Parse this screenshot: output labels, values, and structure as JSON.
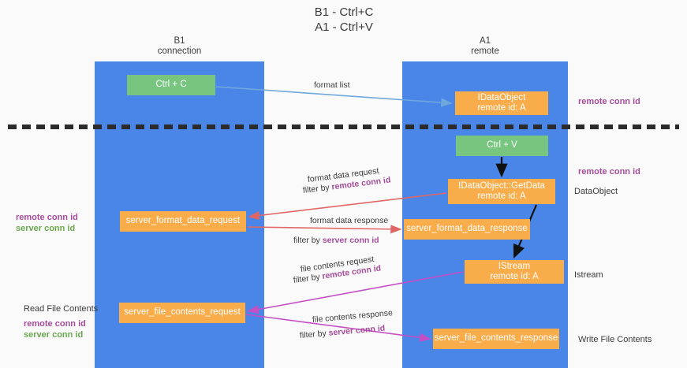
{
  "header": {
    "title": "B1 - Ctrl+C\nA1 - Ctrl+V",
    "lane_b1": "B1\nconnection",
    "lane_a1": "A1\nremote"
  },
  "nodes": {
    "ctrl_c": "Ctrl + C",
    "idataobject": "IDataObject\nremote id: A",
    "ctrl_v": "Ctrl + V",
    "getdata": "IDataObject::GetData\nremote id: A",
    "server_format_data_request": "server_format_data_request",
    "server_format_data_response": "server_format_data_response",
    "istream": "IStream\nremote id: A",
    "server_file_contents_request": "server_file_contents_request",
    "server_file_contents_response": "server_file_contents_response"
  },
  "edges": {
    "format_list": "format list",
    "format_data_request": "format data request",
    "format_data_request_filter_prefix": "filter by ",
    "format_data_request_filter_key": "remote conn id",
    "format_data_response": "format data response",
    "format_data_response_filter_prefix": "filter by ",
    "format_data_response_filter_key": "server conn id",
    "file_contents_request": "file contents request",
    "file_contents_request_filter_prefix": "filter by ",
    "file_contents_request_filter_key": "remote conn id",
    "file_contents_response": "file contents response",
    "file_contents_response_filter_prefix": "filter by ",
    "file_contents_response_filter_key": "server conn id"
  },
  "side_labels": {
    "remote_conn_id_top": "remote conn id",
    "remote_conn_id_mid": "remote conn id",
    "dataobject": "DataObject",
    "istream": "Istream",
    "write_file_contents": "Write File Contents",
    "left_remote_conn_id": "remote conn id",
    "left_server_conn_id": "server conn id",
    "read_file_contents": "Read File Contents",
    "left2_remote_conn_id": "remote conn id",
    "left2_server_conn_id": "server conn id"
  },
  "colors": {
    "lane": "#4a86e8",
    "green_node": "#77c57f",
    "orange_node": "#f9ac4a",
    "purple_text": "#a64d9a",
    "green_text": "#6aa84f",
    "blue_arrow": "#6fa8dc",
    "red_arrow": "#e06666",
    "magenta_arrow": "#c64fc6",
    "divider": "#2b2b2b",
    "background": "#fafafa"
  }
}
